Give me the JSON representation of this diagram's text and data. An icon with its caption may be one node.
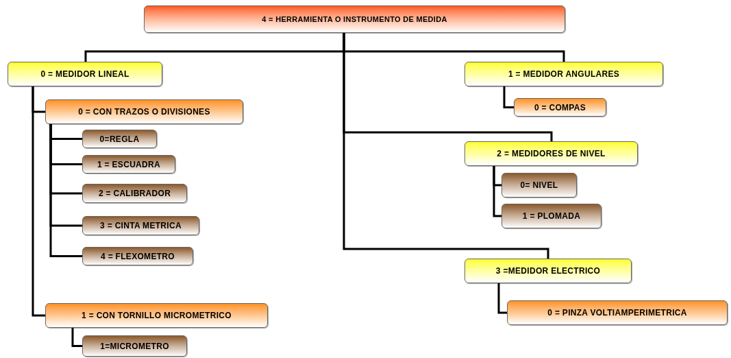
{
  "diagram": {
    "nodes": [
      {
        "text": [
          "4 = HERRAMIENTA O INSTRUMENTO DE MEDIDA"
        ]
      },
      {
        "text": [
          "0 = MEDIDOR LINEAL"
        ]
      },
      {
        "text": [
          "0 = CON TRAZOS O DIVISIONES"
        ]
      },
      {
        "text": [
          "0=REGLA"
        ]
      },
      {
        "text": [
          "1 = ESCUADRA"
        ]
      },
      {
        "text": [
          "2 = CALIBRADOR"
        ]
      },
      {
        "text": [
          "3 = CINTA METRICA"
        ]
      },
      {
        "text": [
          "4 = FLEXOMETRO"
        ]
      },
      {
        "text": [
          "1 = CON TORNILLO MICROMETRICO"
        ]
      },
      {
        "text": [
          "1=MICROMETRO"
        ]
      },
      {
        "text": [
          "1 = MEDIDOR ANGULARES"
        ]
      },
      {
        "text": [
          "0 = COMPAS"
        ]
      },
      {
        "text": [
          "2 = MEDIDORES DE NIVEL"
        ]
      },
      {
        "text": [
          "0= NIVEL"
        ]
      },
      {
        "text": [
          "1 = PLOMADA"
        ]
      },
      {
        "text": [
          "3 =MEDIDOR ELECTRICO"
        ]
      },
      {
        "text": [
          "0 = PINZA VOLTIAMPERIMETRICA"
        ]
      }
    ],
    "edges": [
      {
        "from": 0,
        "to": 1,
        "arrow": "none"
      },
      {
        "from": 0,
        "to": 10,
        "arrow": "none"
      },
      {
        "from": 0,
        "to": 12,
        "arrow": "none"
      },
      {
        "from": 0,
        "to": 15,
        "arrow": "none"
      },
      {
        "from": 1,
        "to": 2,
        "arrow": "none"
      },
      {
        "from": 1,
        "to": 8,
        "arrow": "none"
      },
      {
        "from": 2,
        "to": 3,
        "arrow": "none"
      },
      {
        "from": 2,
        "to": 4,
        "arrow": "none"
      },
      {
        "from": 2,
        "to": 5,
        "arrow": "none"
      },
      {
        "from": 2,
        "to": 6,
        "arrow": "none"
      },
      {
        "from": 2,
        "to": 7,
        "arrow": "none"
      },
      {
        "from": 8,
        "to": 9,
        "arrow": "none"
      },
      {
        "from": 10,
        "to": 11,
        "arrow": "none"
      },
      {
        "from": 12,
        "to": 13,
        "arrow": "none"
      },
      {
        "from": 12,
        "to": 14,
        "arrow": "none"
      },
      {
        "from": 15,
        "to": 16,
        "arrow": "none"
      }
    ]
  }
}
